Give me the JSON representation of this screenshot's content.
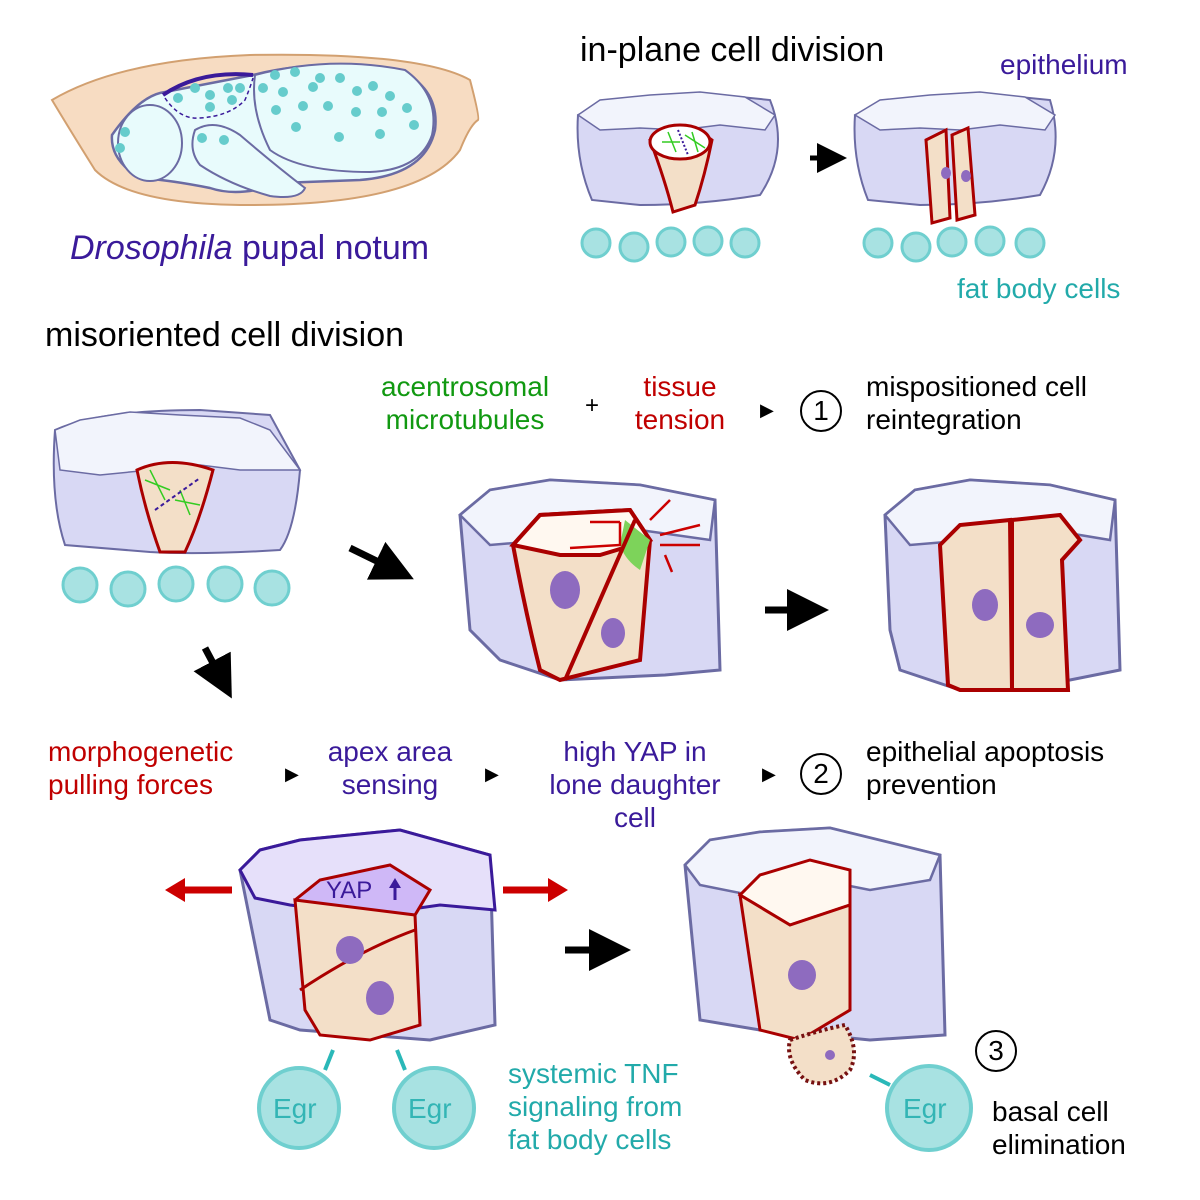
{
  "panels": {
    "notum": {
      "caption_italic": "Drosophila",
      "caption_rest": " pupal notum"
    },
    "in_plane": {
      "title": "in-plane cell division",
      "epithelium_label": "epithelium",
      "fat_body_label": "fat body cells"
    },
    "misoriented": {
      "title": "misoriented cell division"
    },
    "pathway1": {
      "cause_a": [
        "acentrosomal",
        "microtubules"
      ],
      "plus": "+",
      "cause_b": [
        "tissue",
        "tension"
      ],
      "number": "1",
      "outcome": [
        "mispositioned cell",
        "reintegration"
      ]
    },
    "pathway2": {
      "step_a": [
        "morphogenetic",
        "pulling forces"
      ],
      "step_b": [
        "apex area",
        "sensing"
      ],
      "step_c": [
        "high YAP in",
        "lone daughter",
        "cell"
      ],
      "number": "2",
      "outcome": [
        "epithelial apoptosis",
        "prevention"
      ],
      "yap_label": "YAP"
    },
    "tnf": {
      "label": [
        "systemic TNF",
        "signaling from",
        "fat body cells"
      ],
      "egr_label": "Egr"
    },
    "pathway3": {
      "number": "3",
      "outcome": [
        "basal cell",
        "elimination"
      ]
    }
  },
  "colors": {
    "epithelium_stroke": "#6b6ba3",
    "epithelium_fill": "#d8d8f4",
    "epithelium_top": "#f2f4fc",
    "dividing_cell_stroke": "#aa0000",
    "dividing_cell_fill": "#f3dfc8",
    "nucleus": "#8e6bbf",
    "fat_body": "#6fcfcf",
    "fat_body_fill": "#a8e2e2",
    "microtubule": "#33cc22",
    "pupa_case": "#f7dcc2",
    "pupa_body": "#e8fbfc"
  }
}
